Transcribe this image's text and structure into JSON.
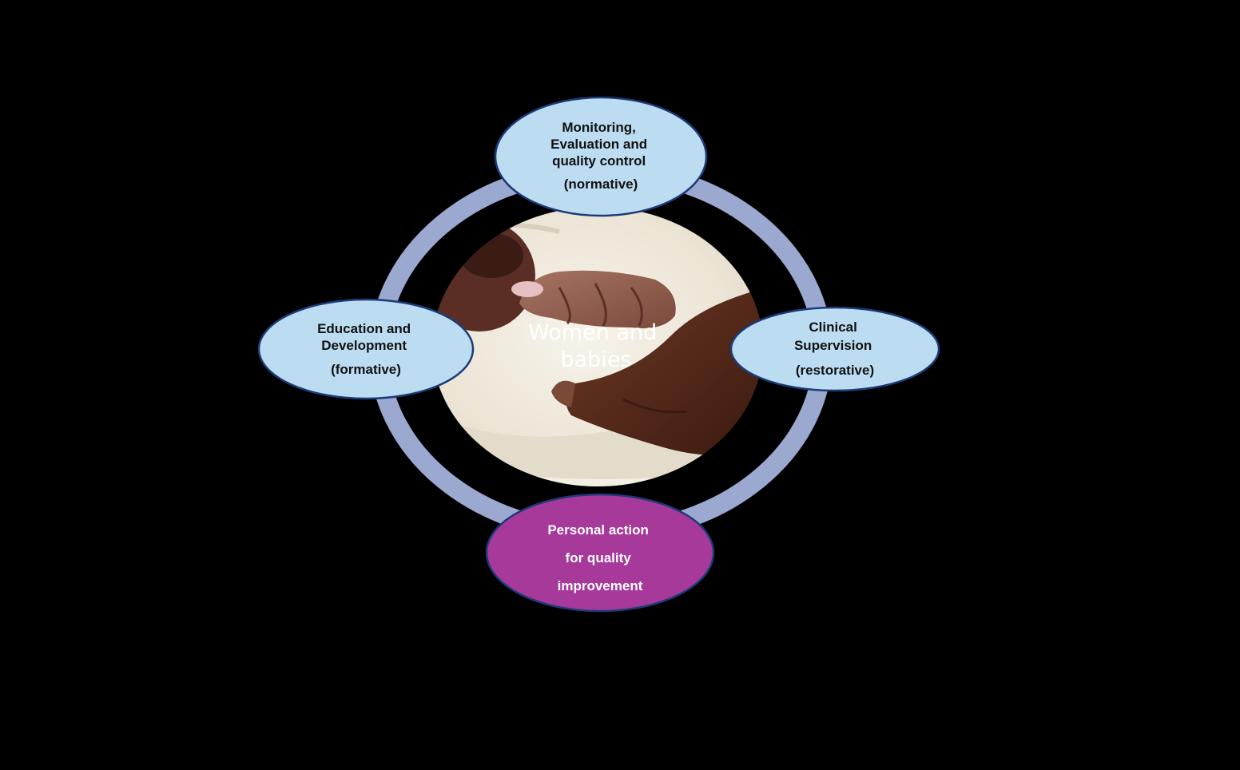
{
  "diagram": {
    "center": {
      "lines": [
        "Women and",
        "babies"
      ],
      "photo": "hand-holding-baby-hand-photo"
    },
    "nodes": {
      "top": {
        "lines": [
          "Monitoring,",
          "Evaluation and",
          "quality control",
          "(normative)"
        ]
      },
      "left": {
        "lines": [
          "Education and",
          "Development",
          "(formative)"
        ]
      },
      "right": {
        "lines": [
          "Clinical",
          "Supervision",
          "(restorative)"
        ]
      },
      "bottom": {
        "lines": [
          "Personal action",
          "for quality",
          "improvement"
        ]
      }
    },
    "colors": {
      "background": "#000000",
      "ring": "#9ba8cf",
      "node_fill": "#bcdcf2",
      "node_stroke": "#1d3a78",
      "node_text": "#111111",
      "highlight_fill": "#a6399a",
      "highlight_text": "#ffffff",
      "center_text": "#ffffff"
    }
  }
}
